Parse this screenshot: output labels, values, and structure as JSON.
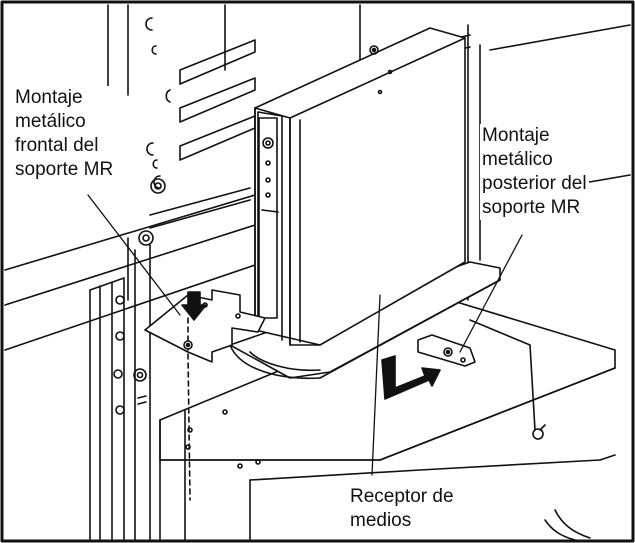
{
  "callouts": {
    "front_bracket": [
      "Montaje",
      "metálico",
      "frontal del",
      "soporte MR"
    ],
    "rear_bracket": [
      "Montaje",
      "metálico",
      "posterior del",
      "soporte MR"
    ],
    "receiver": [
      "Receptor de",
      "medios"
    ]
  },
  "colors": {
    "line": "#111111",
    "paper": "#ffffff",
    "shade": "#e6e6e6",
    "dark": "#222222"
  }
}
